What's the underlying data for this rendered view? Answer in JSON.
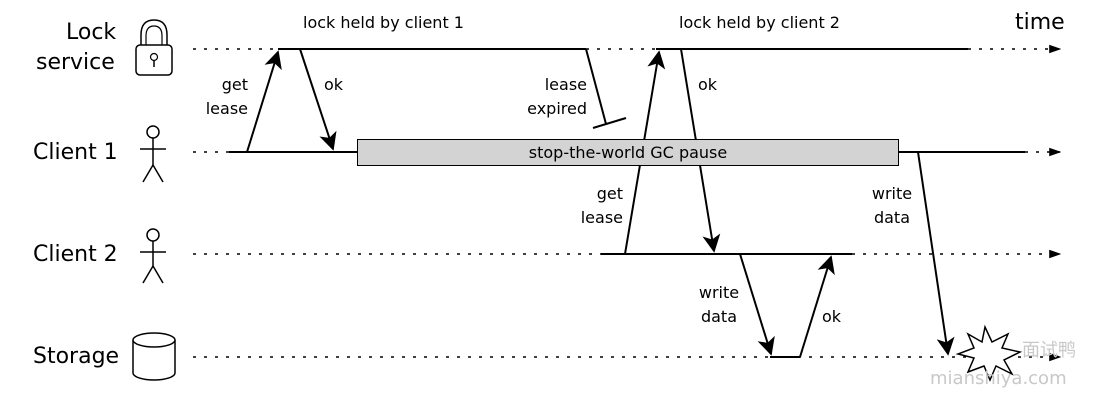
{
  "lanes": {
    "lock_service_line1": "Lock",
    "lock_service_line2": "service",
    "client1": "Client 1",
    "client2": "Client 2",
    "storage": "Storage"
  },
  "axis": {
    "time": "time"
  },
  "annotations": {
    "lock_held_client1": "lock held by client 1",
    "lock_held_client2": "lock held by client 2",
    "get_lease_1_line1": "get",
    "get_lease_1_line2": "lease",
    "ok_1": "ok",
    "lease_expired_line1": "lease",
    "lease_expired_line2": "expired",
    "gc_pause": "stop-the-world GC pause",
    "get_lease_2_line1": "get",
    "get_lease_2_line2": "lease",
    "ok_2": "ok",
    "write_data_client2_line1": "write",
    "write_data_client2_line2": "data",
    "ok_3": "ok",
    "write_data_client1_line1": "write",
    "write_data_client1_line2": "data"
  },
  "watermark": {
    "line1": "面试鸭",
    "line2": "mianshiya.com"
  },
  "icons": [
    "padlock-icon",
    "stick-figure-icon",
    "stick-figure-icon",
    "database-cylinder-icon",
    "collision-burst-icon"
  ]
}
